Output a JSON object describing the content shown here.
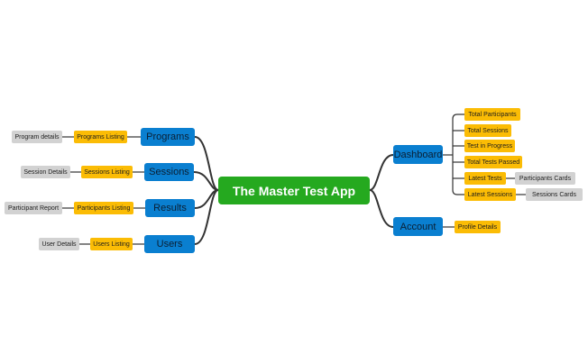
{
  "root": "The Master Test App",
  "left": [
    {
      "id": "programs",
      "label": "Programs",
      "listing": "Programs Listing",
      "detail": "Program details"
    },
    {
      "id": "sessions",
      "label": "Sessions",
      "listing": "Sessions Listing",
      "detail": "Session Details"
    },
    {
      "id": "results",
      "label": "Results",
      "listing": "Participants Listing",
      "detail": "Participant Report"
    },
    {
      "id": "users",
      "label": "Users",
      "listing": "Users Listing",
      "detail": "User Details"
    }
  ],
  "dashboard": {
    "label": "Dashboard",
    "items": [
      {
        "label": "Total Participants"
      },
      {
        "label": "Total Sessions"
      },
      {
        "label": "Test in Progress"
      },
      {
        "label": "Total Tests Passed"
      },
      {
        "label": "Latest Tests",
        "child": "Participants Cards"
      },
      {
        "label": "Latest Sessions",
        "child": "Sessions Cards"
      }
    ]
  },
  "account": {
    "label": "Account",
    "items": [
      {
        "label": "Profile Details"
      }
    ]
  },
  "colors": {
    "root": "#25a91f",
    "branch": "#0a7fd0",
    "leaf_primary": "#fbbc05",
    "leaf_secondary": "#d2d2d2",
    "connector": "#333333"
  }
}
